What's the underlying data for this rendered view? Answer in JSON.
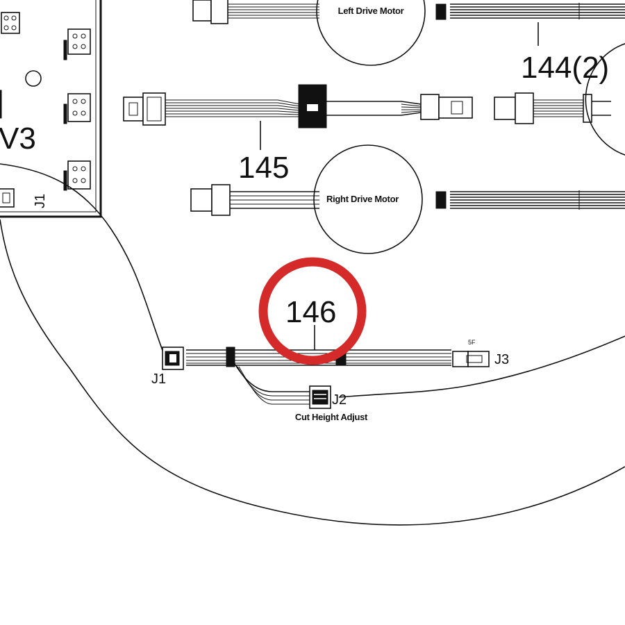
{
  "diagram": {
    "labels": {
      "left_motor": "Left Drive Motor",
      "right_motor": "Right Drive Motor",
      "part_144": "144(2)",
      "part_145": "145",
      "part_146": "146",
      "board_fragment": "V3",
      "board_j1": "J1",
      "j1": "J1",
      "j2": "J2",
      "j3": "J3",
      "j3_tag": "5F",
      "cut_height": "Cut Height Adjust"
    },
    "colors": {
      "highlight_circle": "#d42a2a",
      "line": "#111111",
      "background": "#ffffff"
    },
    "highlighted_part": "146"
  }
}
